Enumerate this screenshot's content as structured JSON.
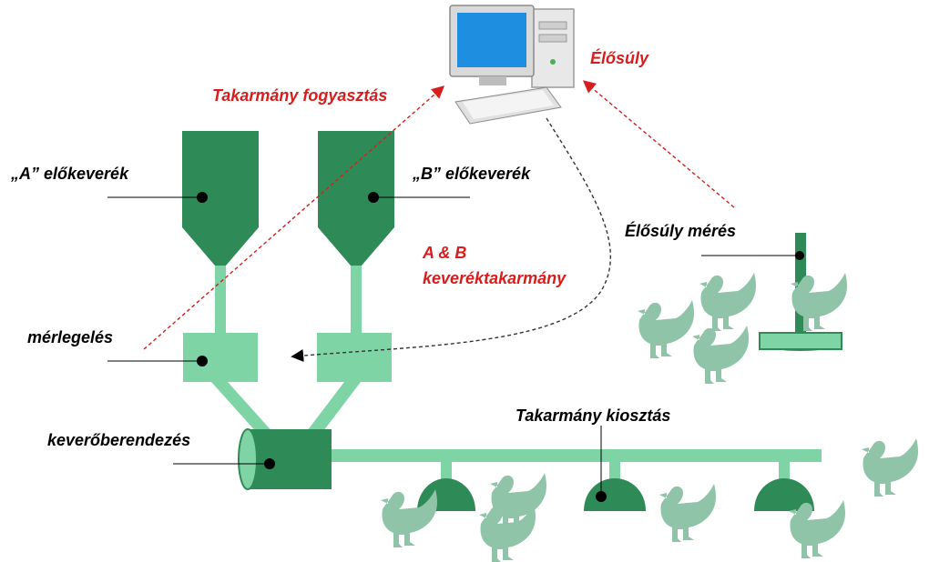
{
  "labels": {
    "premix_a": "„A” előkeverék",
    "premix_b": "„B” előkeverék",
    "weighing": "mérlegelés",
    "mixer": "keverőberendezés",
    "feed_consumption": "Takarmány fogyasztás",
    "live_weight": "Élősúly",
    "live_weight_measurement": "Élősúly mérés",
    "mixed_feed_line1": "A & B",
    "mixed_feed_line2": "keveréktakarmány",
    "feed_distribution": "Takarmány kiosztás"
  },
  "colors": {
    "dark_green": "#2e8b57",
    "light_green": "#7fd4a6",
    "chicken": "#8fc4a8",
    "red": "#d91d1d",
    "black": "#000000"
  },
  "icons": [
    "computer-icon",
    "chicken-icon"
  ]
}
